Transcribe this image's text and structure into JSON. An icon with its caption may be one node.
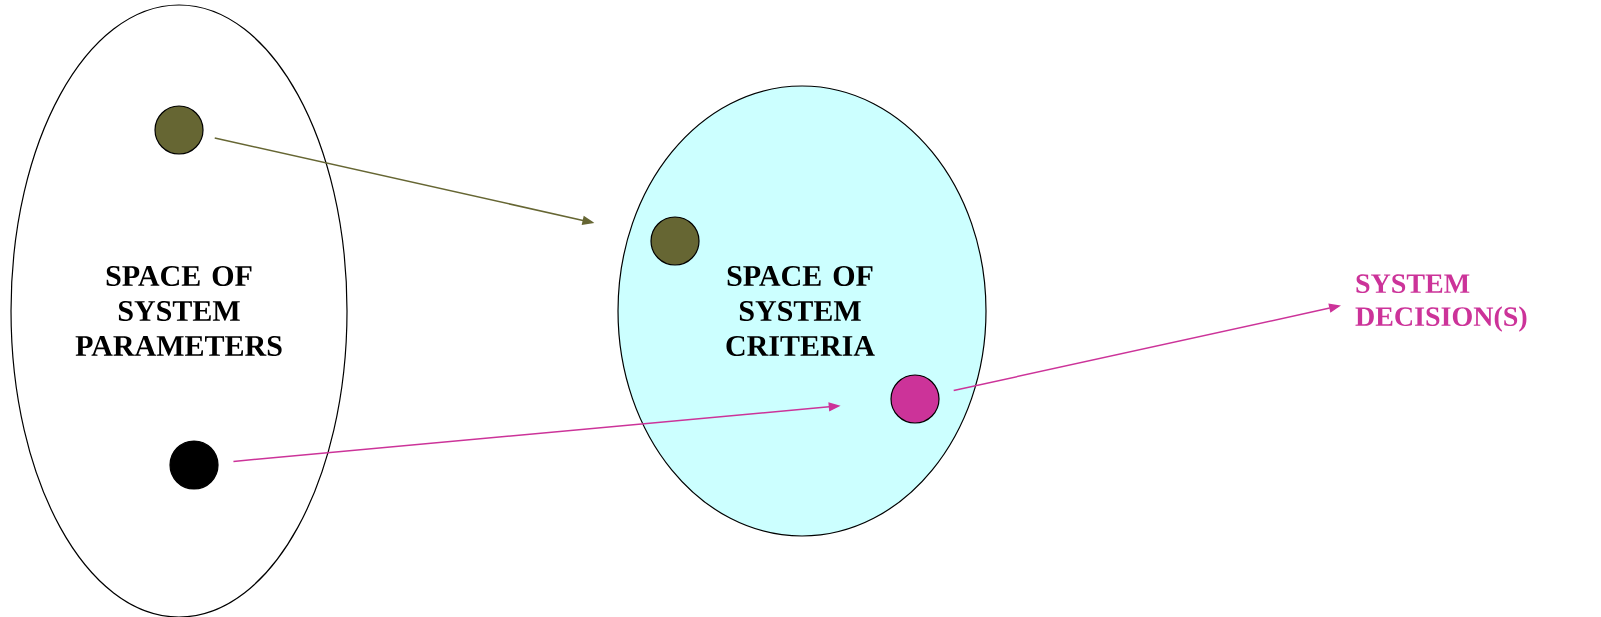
{
  "diagram": {
    "nodes": [
      {
        "text": [
          "SPACE OF SYSTEM PARAMETERS"
        ]
      },
      {
        "text": [],
        "shape": "circle",
        "in": 0
      },
      {
        "text": [],
        "shape": "circle",
        "in": 0
      },
      {
        "text": [
          "SPACE OF SYSTEM CRITERIA"
        ]
      },
      {
        "text": [],
        "shape": "circle",
        "in": 3
      },
      {
        "text": [],
        "shape": "circle",
        "in": 3
      },
      {
        "text": [
          "SYSTEM DECISION(S)"
        ]
      }
    ],
    "edges": [
      {
        "from": 1,
        "to": 4,
        "arrow": "to",
        "color": "#666633"
      },
      {
        "from": 2,
        "to": 5,
        "arrow": "to",
        "color": "#cc3399"
      },
      {
        "from": 5,
        "to": 6,
        "arrow": "to",
        "color": "#cc3399"
      }
    ]
  }
}
